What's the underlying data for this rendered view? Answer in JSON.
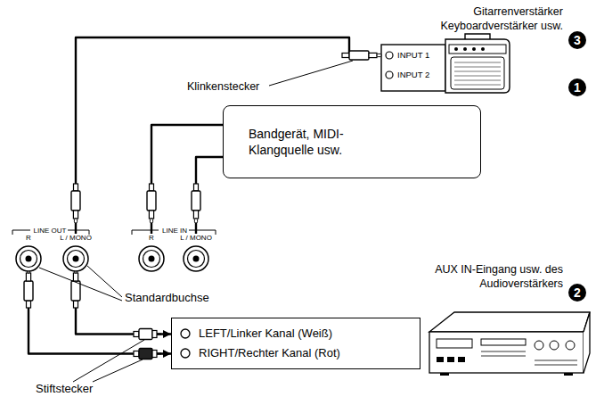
{
  "diagram": {
    "nodes": [
      {
        "text": [
          "INPUT 1",
          "INPUT 2"
        ]
      },
      {
        "text": [
          "Bandgerät, MIDI-Klangquelle usw."
        ]
      },
      {
        "text": [
          "R"
        ]
      },
      {
        "text": [
          "L / MONO"
        ]
      },
      {
        "text": [
          "R"
        ]
      },
      {
        "text": [
          "L / MONO"
        ]
      },
      {
        "text": [
          "LEFT/Linker Kanal (Weiß)",
          "RIGHT/Rechter Kanal (Rot)"
        ]
      }
    ],
    "edges": [
      {
        "from": 3,
        "to": 0,
        "arrow": "none"
      },
      {
        "from": 4,
        "to": 1,
        "arrow": "none"
      },
      {
        "from": 5,
        "to": 1,
        "arrow": "none"
      },
      {
        "from": 3,
        "to": 6,
        "arrow": "to"
      },
      {
        "from": 2,
        "to": 6,
        "arrow": "to"
      }
    ],
    "labels": [
      "Gitarrenverstärker Keyboardverstärker usw.",
      "3",
      "Klinkenstecker",
      "1",
      "LINE OUT",
      "LINE IN",
      "Standardbuchse",
      "AUX IN-Eingang usw. des Audioverstärkers",
      "2",
      "Stiftstecker"
    ]
  }
}
